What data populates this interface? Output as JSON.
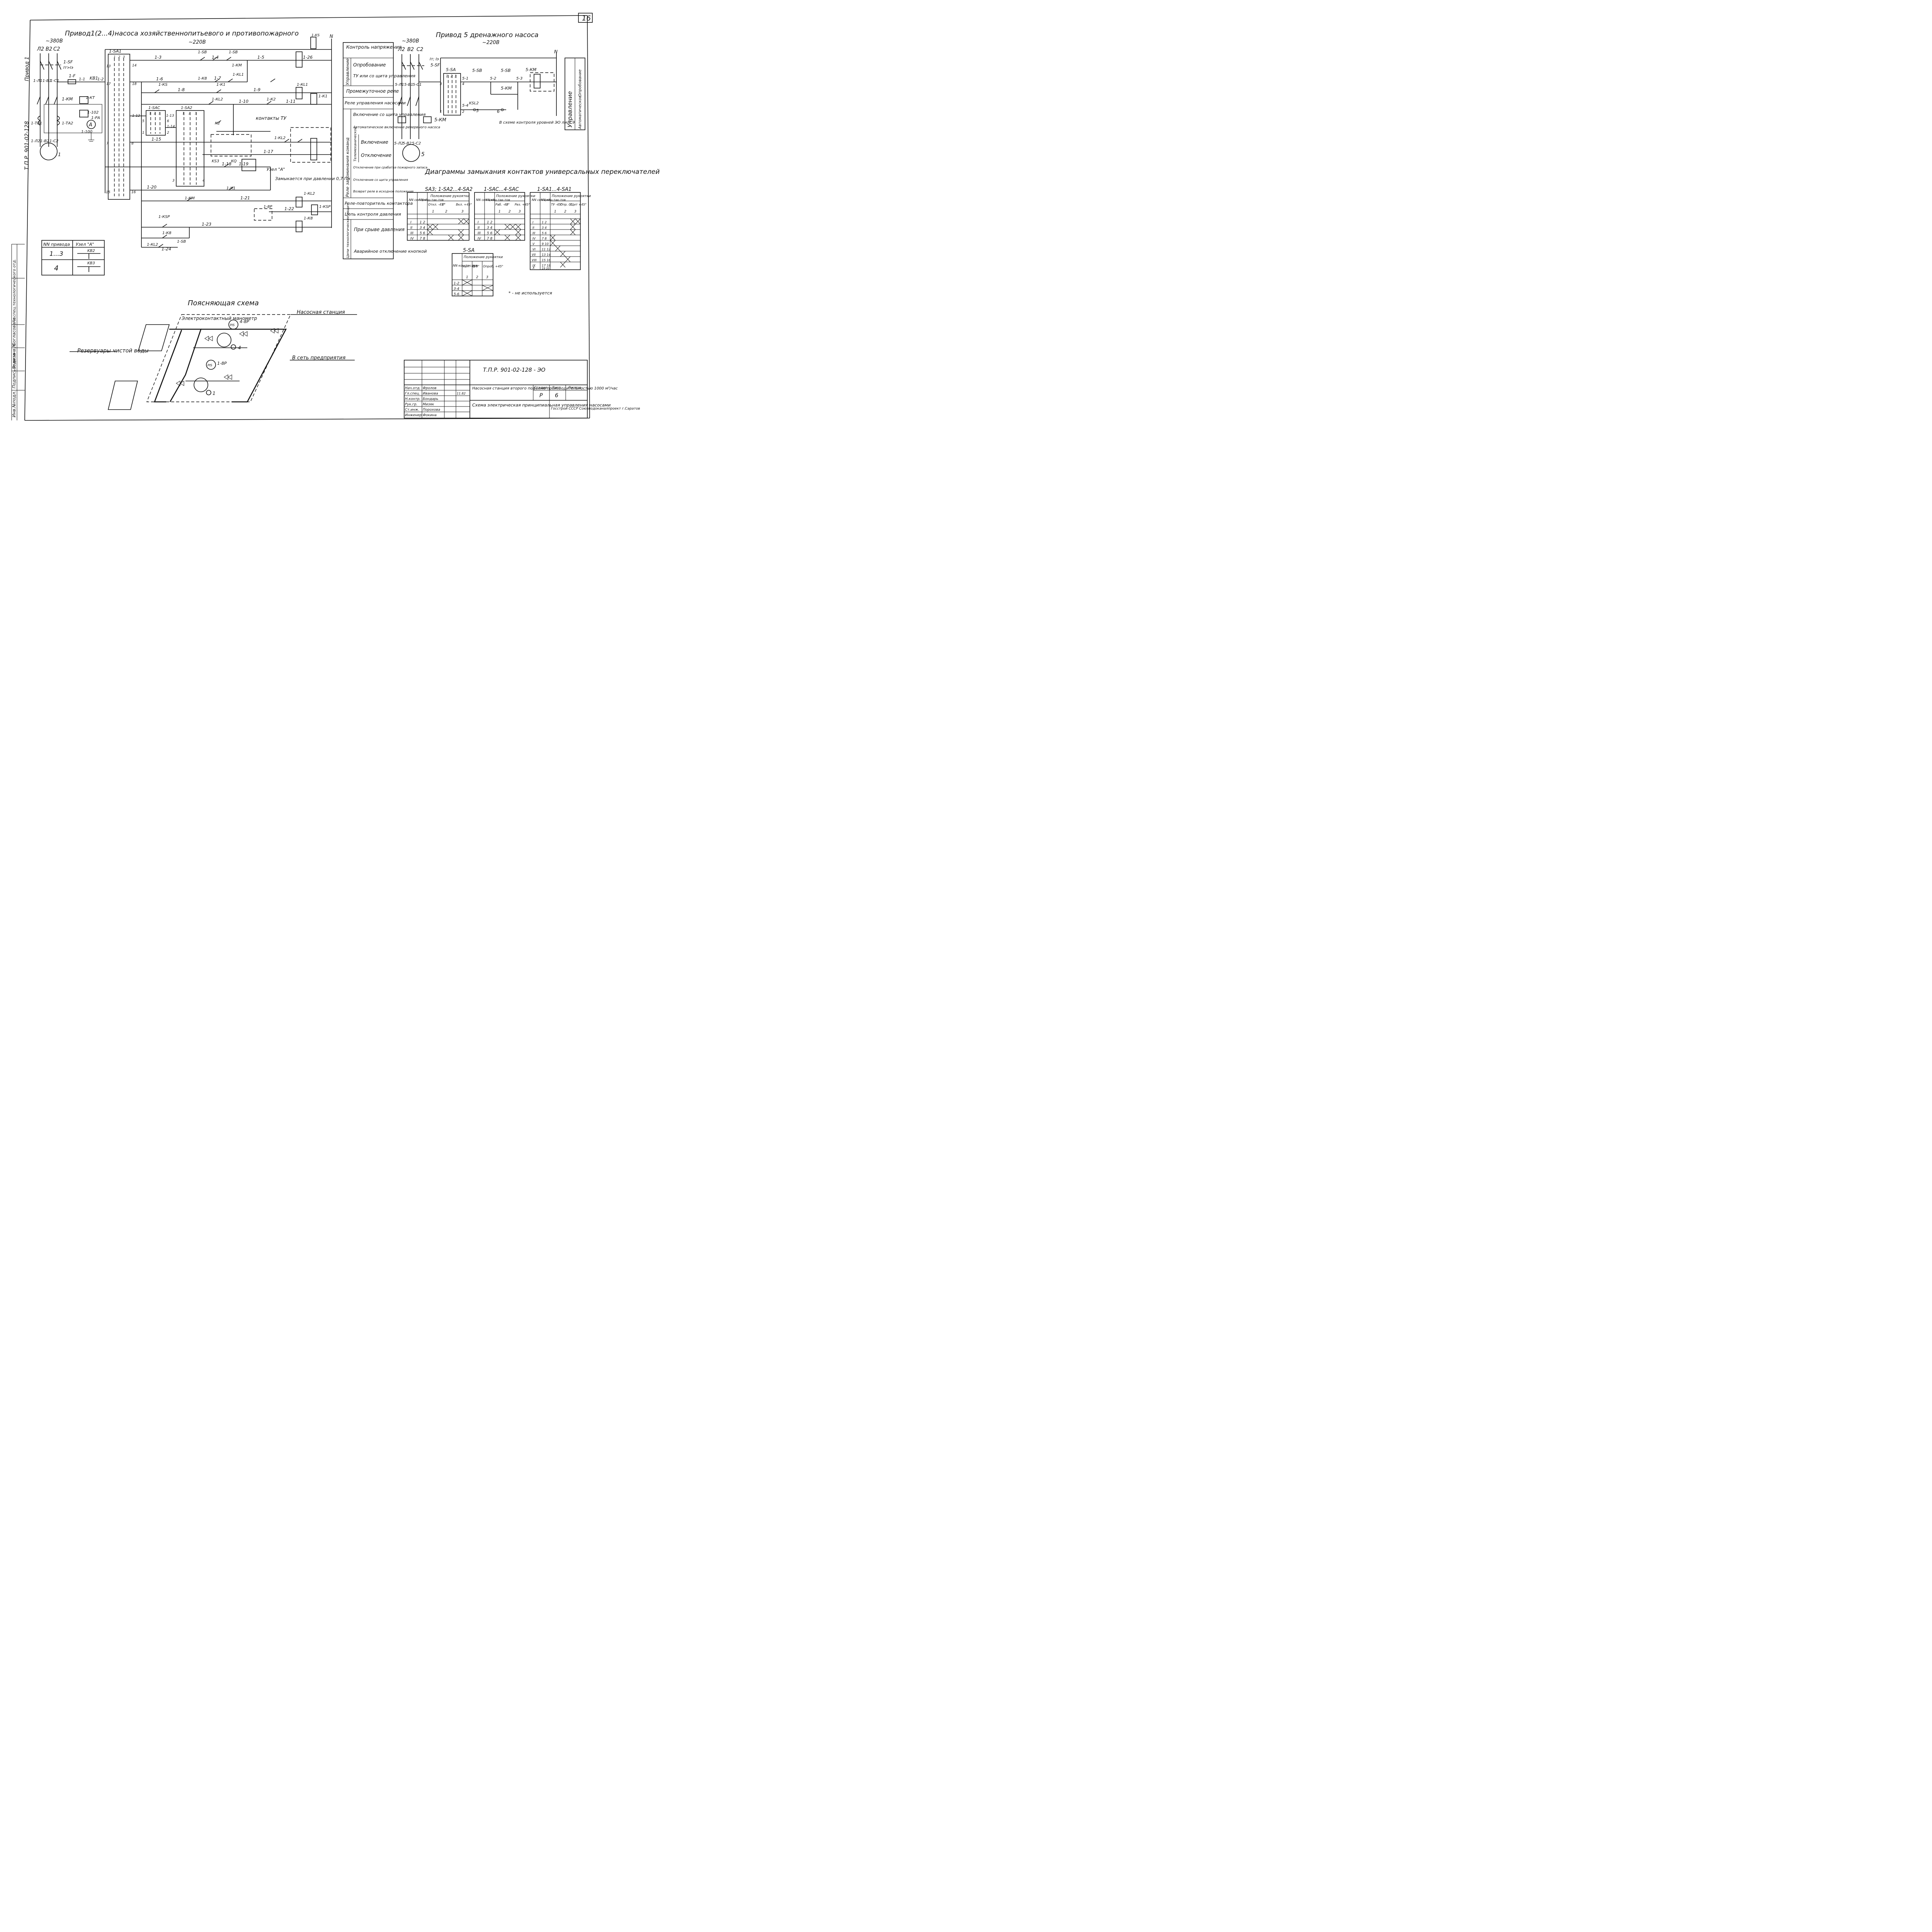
{
  "sheet": {
    "number": "16",
    "vertical_code": "Т.П.Р. 901-02-128",
    "vertical_plan": "Привод 1",
    "left_labels": [
      "Инв.№подл.",
      "Подпись и дата",
      "Взам.инв.№",
      "Согласовано",
      "Гл.спец.технологического отд."
    ]
  },
  "drive1": {
    "title": "Привод1(2...4)насоса хозяйственнопитьевого и противопожарного",
    "supply_3ph": "~380В",
    "supply_1ph": "~220В",
    "phases": [
      "Л2",
      "В2",
      "С2"
    ],
    "sf": "1-SF",
    "sf_note": "Iт>Iэ",
    "labels": {
      "mains": [
        "1-Л1",
        "1-В1",
        "1-С1"
      ],
      "fuse": "1-F",
      "fuse_wire": "1-1",
      "kb1": "KB1",
      "kb1_wire": "1-2",
      "km": "1-КМ",
      "ta1": "1-ТА1",
      "ta2": "1-ТА2",
      "kt": "1-КТ",
      "k_102": "1-102",
      "k_101": "1-101",
      "k_100": "1-100",
      "pa": "1-РА",
      "ammeter": "A",
      "motor": [
        "1-Л2",
        "1-В2",
        "1-С2"
      ],
      "motor_num": "1",
      "neutral": "N",
      "ks_top": "1-КS",
      "sa1": "1-SA1",
      "sa1_pos": [
        "1",
        "2",
        "3"
      ],
      "sa1_terms": [
        "13",
        "14",
        "17",
        "18",
        "7",
        "8",
        "15",
        "16",
        "1-12",
        "1-13"
      ],
      "sac": "1-SAC",
      "sac_pos": [
        "1",
        "2",
        "3"
      ],
      "sac_terms": [
        "5",
        "6",
        "1",
        "2",
        "1-14"
      ],
      "sa2": "1-SA2",
      "sa2_pos": [
        "1",
        "2",
        "3"
      ],
      "sa2_terms": [
        "3",
        "4"
      ],
      "contacts_tu": "контакты ТУ",
      "uzel": "Узел \"А\"",
      "pressure_note": "Замыкается при давлении 0,7 Па",
      "wires": [
        "1-3",
        "1-4",
        "1-5",
        "1-6",
        "1-7",
        "1-8",
        "1-9",
        "1-10",
        "1-11",
        "1-15",
        "1-17",
        "1-18",
        "1-19",
        "1-20",
        "1-21",
        "1-22",
        "1-23",
        "1-24",
        "1-26"
      ],
      "devices": [
        "1-SB",
        "1-SB",
        "1-КМ",
        "1-К8",
        "1-К1",
        "1-КL1",
        "1-КS",
        "1-КL2",
        "1-К2",
        "1-КL1",
        "1-К1",
        "К2",
        "1-КL2",
        "KS3",
        "KQ",
        "1-КSP",
        "1-К8",
        "1-КL2",
        "1-SB",
        "1-К1",
        "1-КМ",
        "1-8Р",
        "1-КL2",
        "1-КSP",
        "1-К8"
      ]
    }
  },
  "node_table": {
    "headers": [
      "NN привода",
      "Узел \"А\""
    ],
    "rows": [
      {
        "drive": "1...3",
        "contact": "KB2"
      },
      {
        "drive": "4",
        "contact": "KB3"
      }
    ]
  },
  "purpose_column": {
    "groups": [
      {
        "rows": [
          "Контроль напряжения"
        ]
      },
      {
        "group": "Управление",
        "rows": [
          "Опробование",
          "ТУ или со щита управления"
        ]
      },
      {
        "rows": [
          "Промежуточное реле"
        ]
      },
      {
        "rows": [
          "Реле управления насосами"
        ]
      },
      {
        "group": "Реле запоминания команд",
        "rows": [
          "Включение со щита управления",
          "Автоматическое включение резервного насоса"
        ]
      },
      {
        "group": "Телемеханическое",
        "rows": [
          "Включение",
          "Отключение"
        ]
      },
      {
        "rows": [
          "Отключение при срабатке пожарного запаса",
          "Отключение со щита управления",
          "Возврат реле в исходное положение"
        ]
      },
      {
        "rows": [
          "Реле-повторитель контактора"
        ]
      },
      {
        "rows": [
          "Цепь контроля давления"
        ]
      },
      {
        "group": "Цепи технологических защит",
        "rows": [
          "При срыве давления",
          "Аварийное отключение кнопкой"
        ]
      }
    ]
  },
  "drive5": {
    "title": "Привод 5 дренажного насоса",
    "supply_3ph": "~380В",
    "supply_1ph": "~220В",
    "phases": [
      "Л2",
      "В2",
      "С2"
    ],
    "sf": "5-SF",
    "sf_note": "Iт; Iэ",
    "labels": {
      "mains": [
        "5-Л1",
        "5-В1",
        "5-С1"
      ],
      "sa": "5-SA",
      "sa_pos": [
        "1",
        "2",
        "3"
      ],
      "sa_terms": [
        "3",
        "4",
        "1",
        "2"
      ],
      "sb1": "5-SB",
      "sb2": "5-SB",
      "wires": [
        "5-1",
        "5-2",
        "5-3",
        "5-4"
      ],
      "km": "5-КМ",
      "km_coil": "5-КМ",
      "kq": "5-КМ",
      "ksl": "KSL2",
      "level_terms": [
        "5",
        "6"
      ],
      "level_note": "В схеме контроля уровней ЭО лист 9",
      "motor": [
        "5-Л2",
        "5-В2",
        "5-С2"
      ],
      "motor_num": "5",
      "neutral": "N"
    },
    "purpose": {
      "title": "Управление",
      "rows": [
        "Автоматическое",
        "Опробование"
      ]
    }
  },
  "contact_diagrams": {
    "title": "Диаграммы замыкания контактов универсальных переключателей",
    "tables": [
      {
        "title": "SA3; 1-SA2...4-SA2",
        "headers": [
          "NN сек-ций",
          "NN кон-так-тов",
          "Положение рукоятки"
        ],
        "positions": [
          "Откл. -45°",
          "0°",
          "Вкл. +45°"
        ],
        "pos_nums": [
          "1",
          "2",
          "3"
        ],
        "sections": [
          "I",
          "II",
          "III",
          "IV"
        ],
        "contacts": [
          "1 2",
          "3 4",
          "5 6",
          "7 8"
        ]
      },
      {
        "title": "1-SAC...4-SAC",
        "headers": [
          "NN сек-ций",
          "NN кон-так-тов",
          "Положение рукоятки"
        ],
        "positions": [
          "Раб. -45°",
          "0",
          "Рез. +45°"
        ],
        "pos_nums": [
          "1",
          "2",
          "3"
        ],
        "sections": [
          "I",
          "II",
          "III",
          "IV"
        ],
        "contacts": [
          "1 2",
          "3 4",
          "5 6",
          "7 8"
        ]
      },
      {
        "title": "1-SA1...4-SA1",
        "headers": [
          "NN сек-ций",
          "NN кон-так-тов",
          "Положение рукоятки"
        ],
        "positions": [
          "ТУ -45°",
          "Опр. 0°",
          "Щит +45°"
        ],
        "pos_nums": [
          "1",
          "2",
          "3"
        ],
        "sections": [
          "I",
          "II",
          "III",
          "IV",
          "V",
          "VI",
          "VII",
          "VIII",
          "IX",
          "X"
        ],
        "contacts": [
          "1 2",
          "3 4",
          "5 6",
          "7 8",
          "9 10",
          "11 12",
          "13 14",
          "15 16",
          "17 18",
          "19 20"
        ]
      },
      {
        "title": "5-SA",
        "headers": [
          "NN кон-так-тов",
          "Положение рукоятки"
        ],
        "positions": [
          "Авт. -45°",
          "0 0°",
          "Опроб. +45°"
        ],
        "pos_nums": [
          "1",
          "2",
          "3"
        ],
        "contacts": [
          "1-2",
          "3-4",
          "5-6"
        ]
      }
    ],
    "footnote": "* - не используется"
  },
  "explanatory": {
    "title": "Поясняющая схема",
    "station": "Насосная станция",
    "manometer": "Электроконтактный манометр",
    "pis_top": "PIS",
    "pis_top_tag": "4-8Р",
    "pis_bot": "PIS",
    "pis_bot_tag": "1-8Р",
    "pump_top": "4",
    "pump_bot": "1",
    "reservoirs": "Резервуары чистой воды",
    "network": "В сеть предприятия"
  },
  "title_block": {
    "code": "Т.П.Р. 901-02-128 - ЭО",
    "object": "Насосная станция второго подъема производительностью 1000 м³/час",
    "sheet_title": "Схема электрическая принципиальная управления насосами",
    "stage_header": "Стадия",
    "sheet_header": "Лист",
    "sheets_header": "Листов",
    "stage": "Р",
    "sheet": "6",
    "org": "Госстрой СССР Союзводоканалпроект г.Саратов",
    "people": [
      {
        "role": "Нач.отд.",
        "name": "Фролов"
      },
      {
        "role": "Гл.спец.",
        "name": "Иванова"
      },
      {
        "role": "Н.контр.",
        "name": "Бондарь"
      },
      {
        "role": "Рук.гр.",
        "name": "Мизяк"
      },
      {
        "role": "Ст.инж.",
        "name": "Порохова"
      },
      {
        "role": "Инженер",
        "name": "Фокина"
      }
    ],
    "date": "11.82"
  }
}
